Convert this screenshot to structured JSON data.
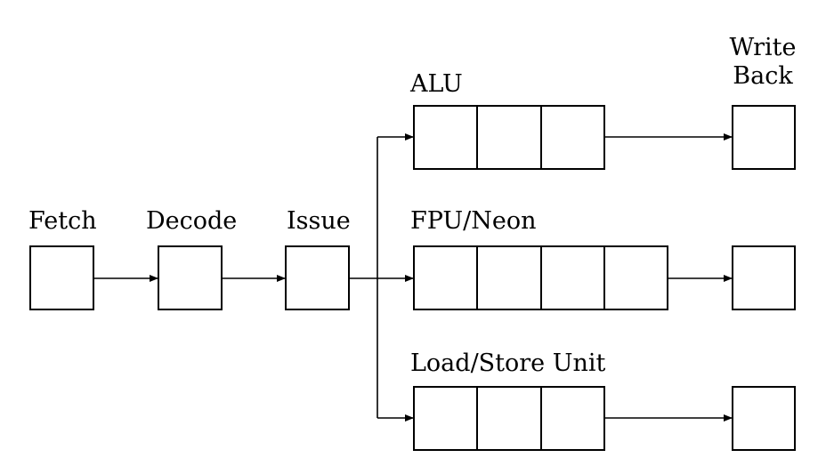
{
  "diagram": {
    "stages": {
      "fetch": "Fetch",
      "decode": "Decode",
      "issue": "Issue",
      "alu": "ALU",
      "fpu": "FPU/Neon",
      "lsu": "Load/Store Unit",
      "writeback_line1": "Write",
      "writeback_line2": "Back"
    },
    "pipelines": {
      "alu_depth": 3,
      "fpu_depth": 4,
      "lsu_depth": 3
    }
  }
}
